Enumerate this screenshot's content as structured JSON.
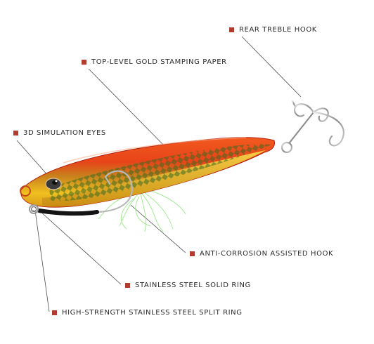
{
  "accent_color": "#b23a2e",
  "callouts": {
    "rear_treble_hook": "REAR TREBLE HOOK",
    "gold_stamping_paper": "TOP-LEVEL GOLD STAMPING PAPER",
    "simulation_eyes": "3D SIMULATION EYES",
    "assisted_hook": "ANTI-CORROSION ASSISTED HOOK",
    "solid_ring": "STAINLESS STEEL SOLID RING",
    "split_ring": "HIGH-STRENGTH STAINLESS STEEL SPLIT RING"
  }
}
